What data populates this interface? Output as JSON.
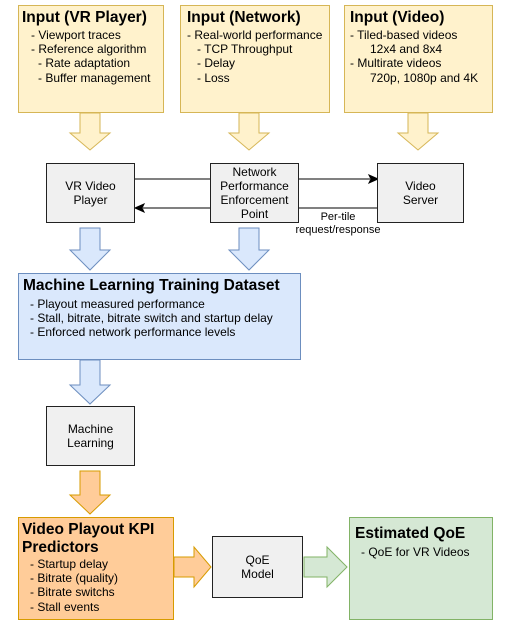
{
  "input_vr": {
    "title": "Input (VR Player)",
    "items": [
      "- Viewport traces",
      "- Reference algorithm",
      "   - Rate adaptation",
      "   - Buffer management"
    ]
  },
  "input_network": {
    "title": "Input (Network)",
    "items": [
      "- Real-world performance",
      "   - TCP Throughput",
      "   - Delay",
      "   - Loss"
    ]
  },
  "input_video": {
    "title": "Input (Video)",
    "items": [
      "- Tiled-based videos",
      "   12x4 and 8x4",
      "- Multirate videos",
      "   720p, 1080p and 4K"
    ]
  },
  "vr_player": {
    "line1": "VR Video",
    "line2": "Player"
  },
  "network_point": {
    "line1": "Network",
    "line2": "Performance",
    "line3": "Enforcement",
    "line4": "Point"
  },
  "video_server": {
    "line1": "Video",
    "line2": "Server"
  },
  "tile_note": {
    "line1": "Per-tile",
    "line2": "request/response"
  },
  "dataset": {
    "title": "Machine Learning Training Dataset",
    "items": [
      "- Playout measured performance",
      "- Stall, bitrate, bitrate switch and startup delay",
      "- Enforced network performance levels"
    ]
  },
  "ml": {
    "line1": "Machine",
    "line2": "Learning"
  },
  "kpi": {
    "title_line1": "Video Playout KPI",
    "title_line2": "Predictors",
    "items": [
      "- Startup delay",
      "- Bitrate (quality)",
      "- Bitrate switchs",
      "- Stall events"
    ]
  },
  "qoe_model": {
    "line1": "QoE",
    "line2": "Model"
  },
  "estimated_qoe": {
    "title": "Estimated QoE",
    "items": [
      "- QoE for VR Videos"
    ]
  },
  "colors": {
    "input_fill": "#fff2cc",
    "input_border": "#d6b656",
    "dataset_fill": "#dae8fc",
    "dataset_border": "#6c8ebf",
    "kpi_fill": "#ffcc99",
    "kpi_border": "#d79b00",
    "qoe_fill": "#d5e8d4",
    "qoe_border": "#82b366",
    "process_fill": "#f0f0f0"
  }
}
